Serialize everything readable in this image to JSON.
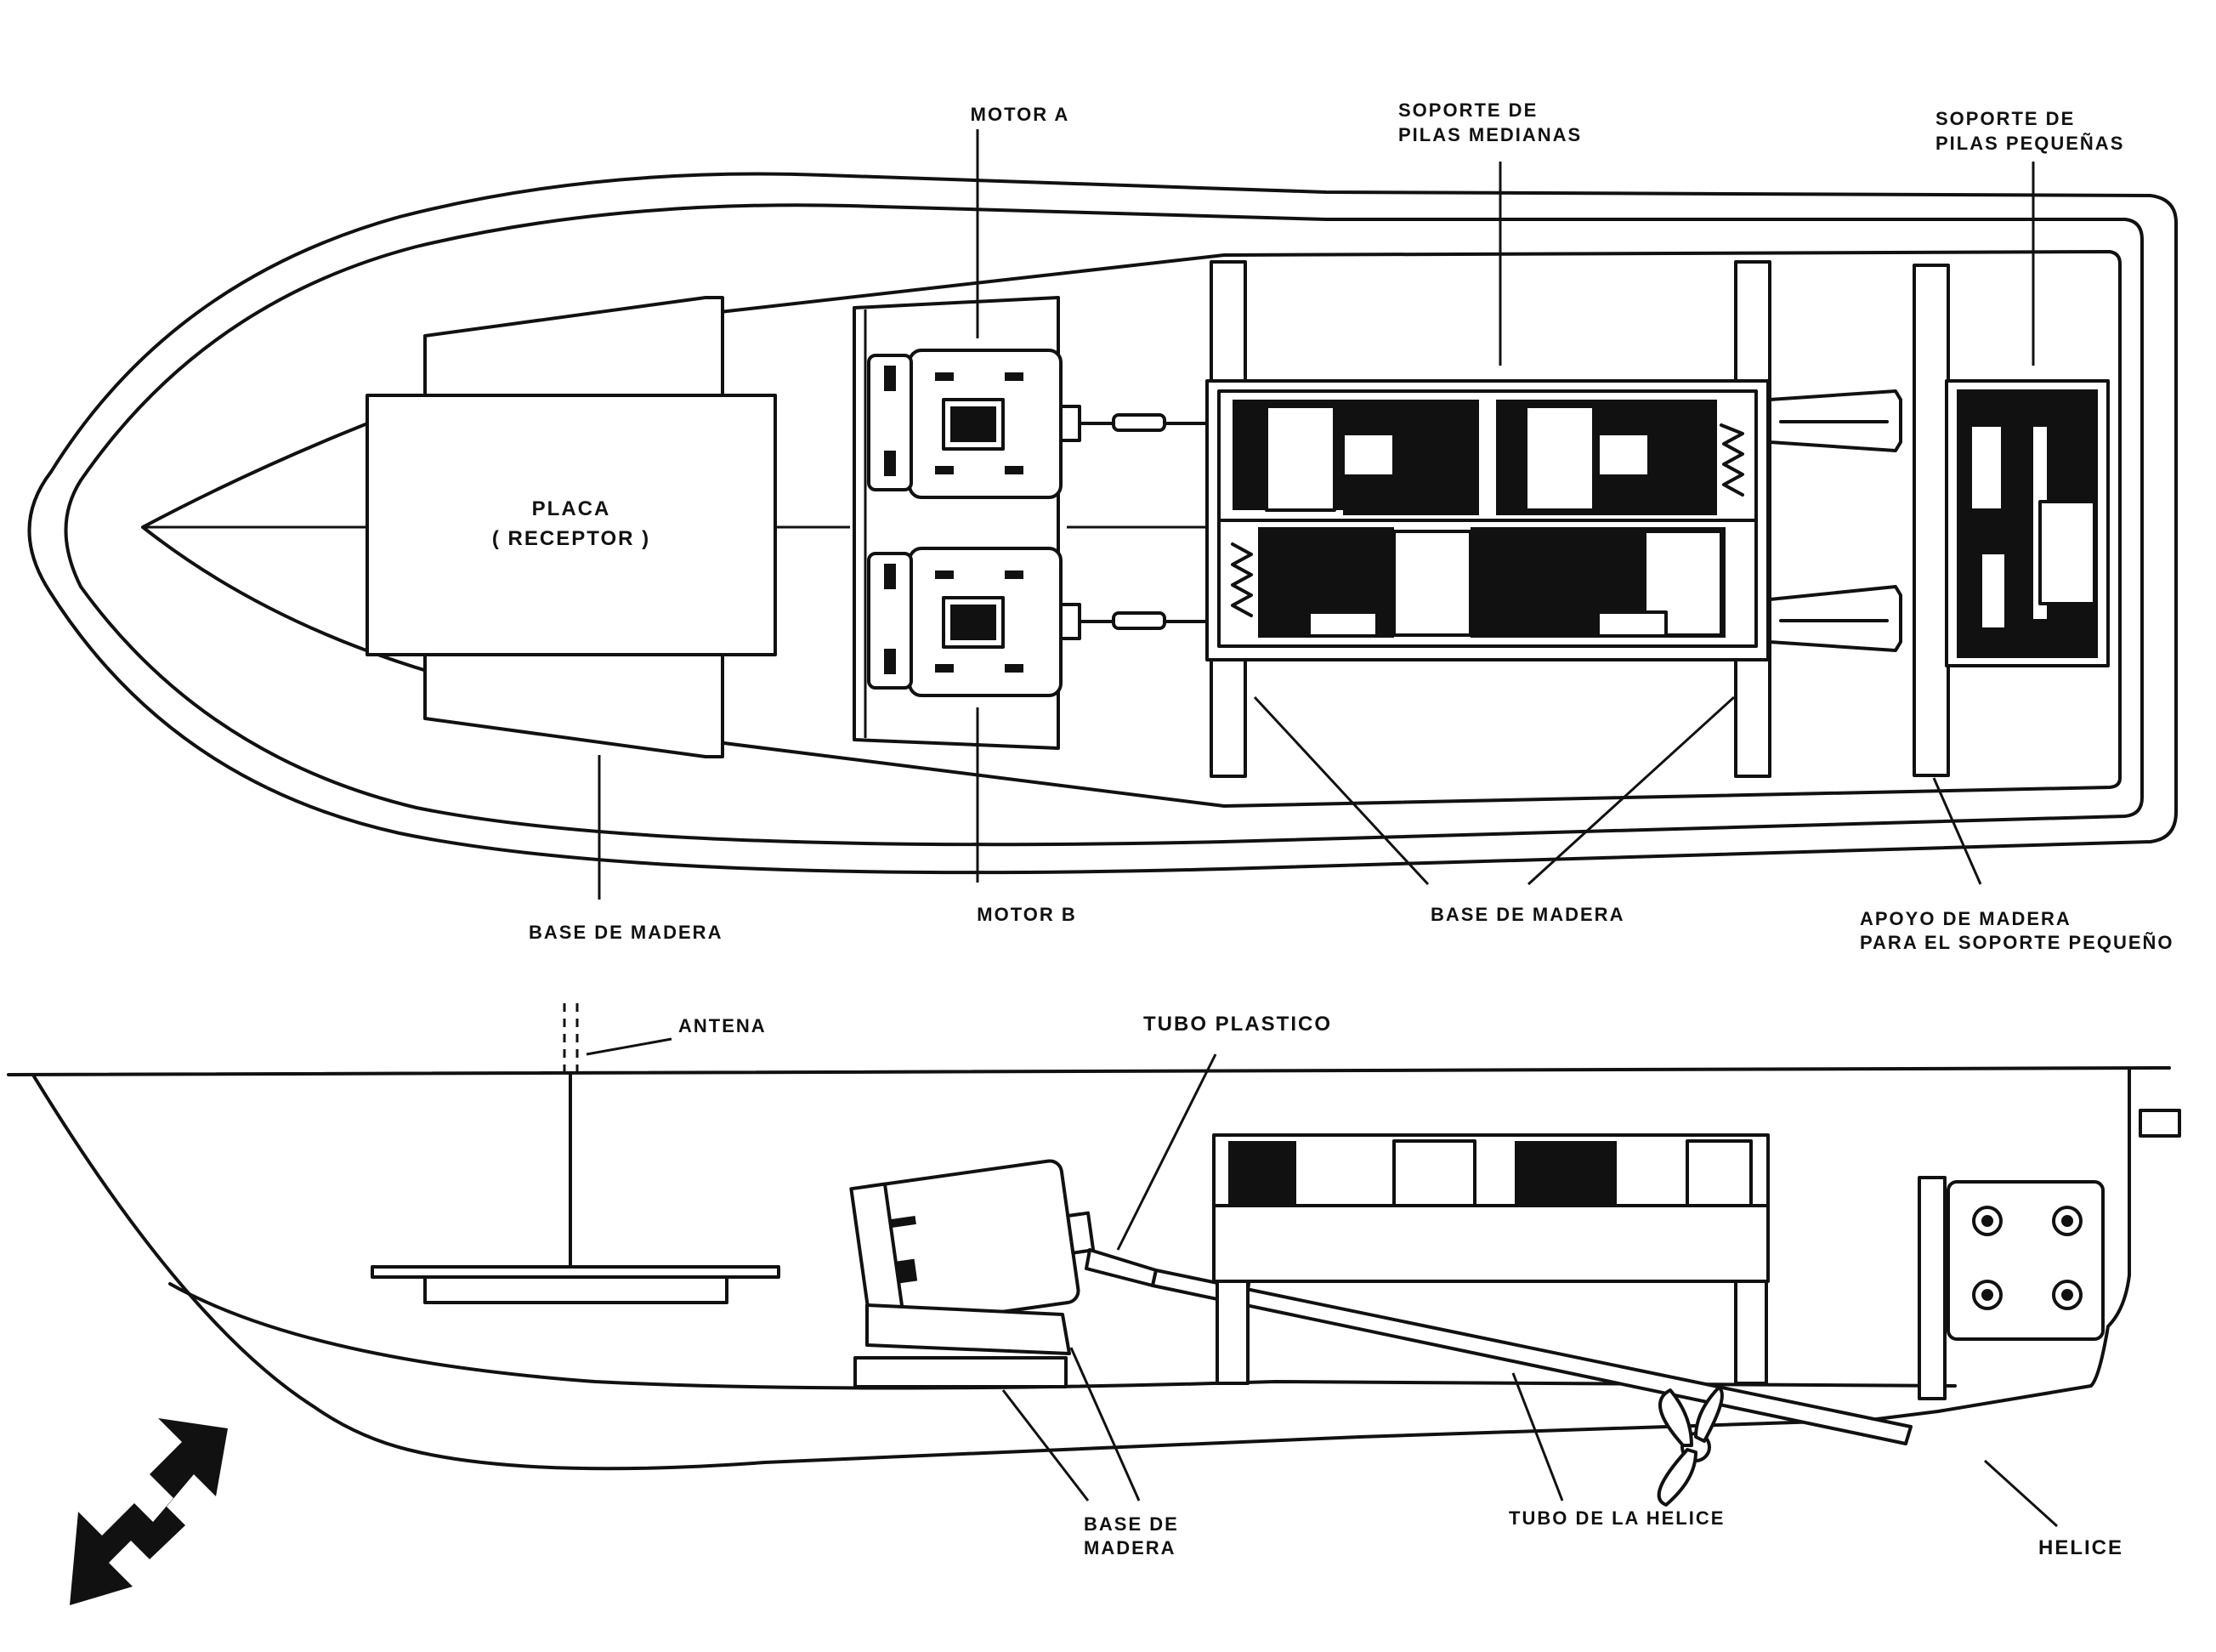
{
  "top_view": {
    "motor_a": "MOTOR A",
    "motor_b": "MOTOR B",
    "placa_line1": "PLACA",
    "placa_line2": "( RECEPTOR )",
    "soporte_medianas_line1": "SOPORTE DE",
    "soporte_medianas_line2": "PILAS MEDIANAS",
    "soporte_pequenas_line1": "SOPORTE DE",
    "soporte_pequenas_line2": "PILAS PEQUEÑAS",
    "base_madera_left": "BASE DE MADERA",
    "base_madera_center": "BASE DE MADERA",
    "apoyo_line1": "APOYO DE MADERA",
    "apoyo_line2": "PARA EL SOPORTE PEQUEÑO"
  },
  "side_view": {
    "antena": "ANTENA",
    "tubo_plastico": "TUBO PLASTICO",
    "base_line1": "BASE DE",
    "base_line2": "MADERA",
    "tubo_helice": "TUBO DE LA HELICE",
    "helice": "HELICE"
  },
  "icons": {
    "orientation": "double-headed-zigzag-arrow-icon"
  },
  "colors": {
    "ink": "#111111",
    "paper": "#ffffff"
  }
}
